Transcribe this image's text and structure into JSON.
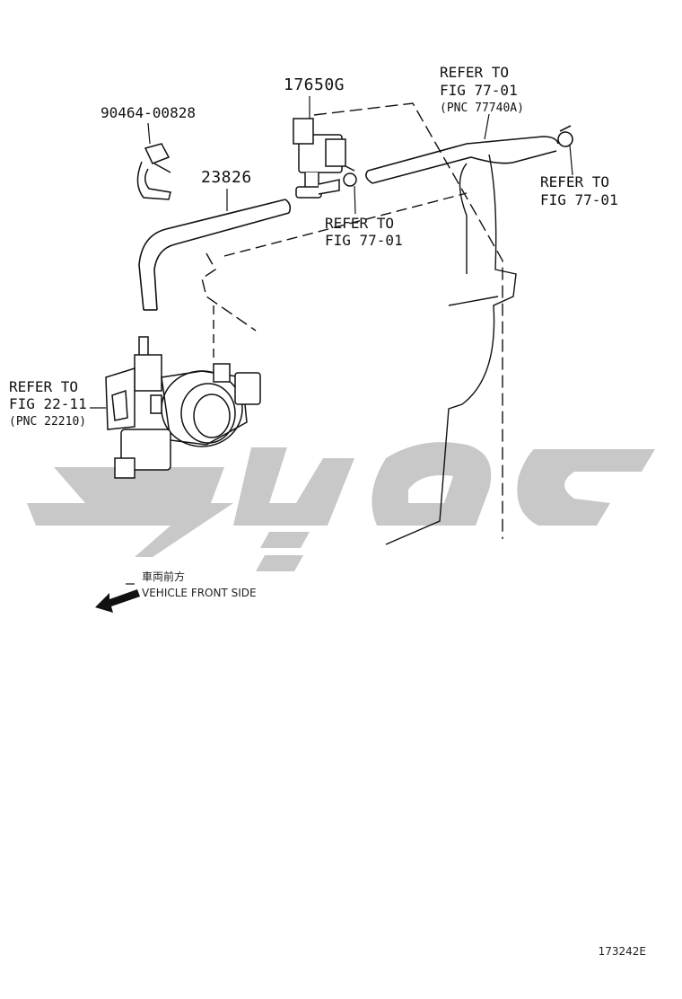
{
  "parts": {
    "bolt": "90464-00828",
    "hose": "23826",
    "valve": "17650G"
  },
  "refs": {
    "top_right": [
      "REFER TO",
      "FIG 77-01",
      "(PNC 77740A)"
    ],
    "right": [
      "REFER TO",
      "FIG 77-01"
    ],
    "middle": [
      "REFER TO",
      "FIG 77-01"
    ],
    "left": [
      "REFER TO",
      "FIG 22-11",
      "(PNC 22210)"
    ]
  },
  "direction": {
    "japanese": "車両前方",
    "english": "VEHICLE FRONT SIDE"
  },
  "figure_number": "173242E",
  "watermark": {
    "color": "#c8c8c8"
  },
  "icons": [
    "arrow-left-icon"
  ]
}
